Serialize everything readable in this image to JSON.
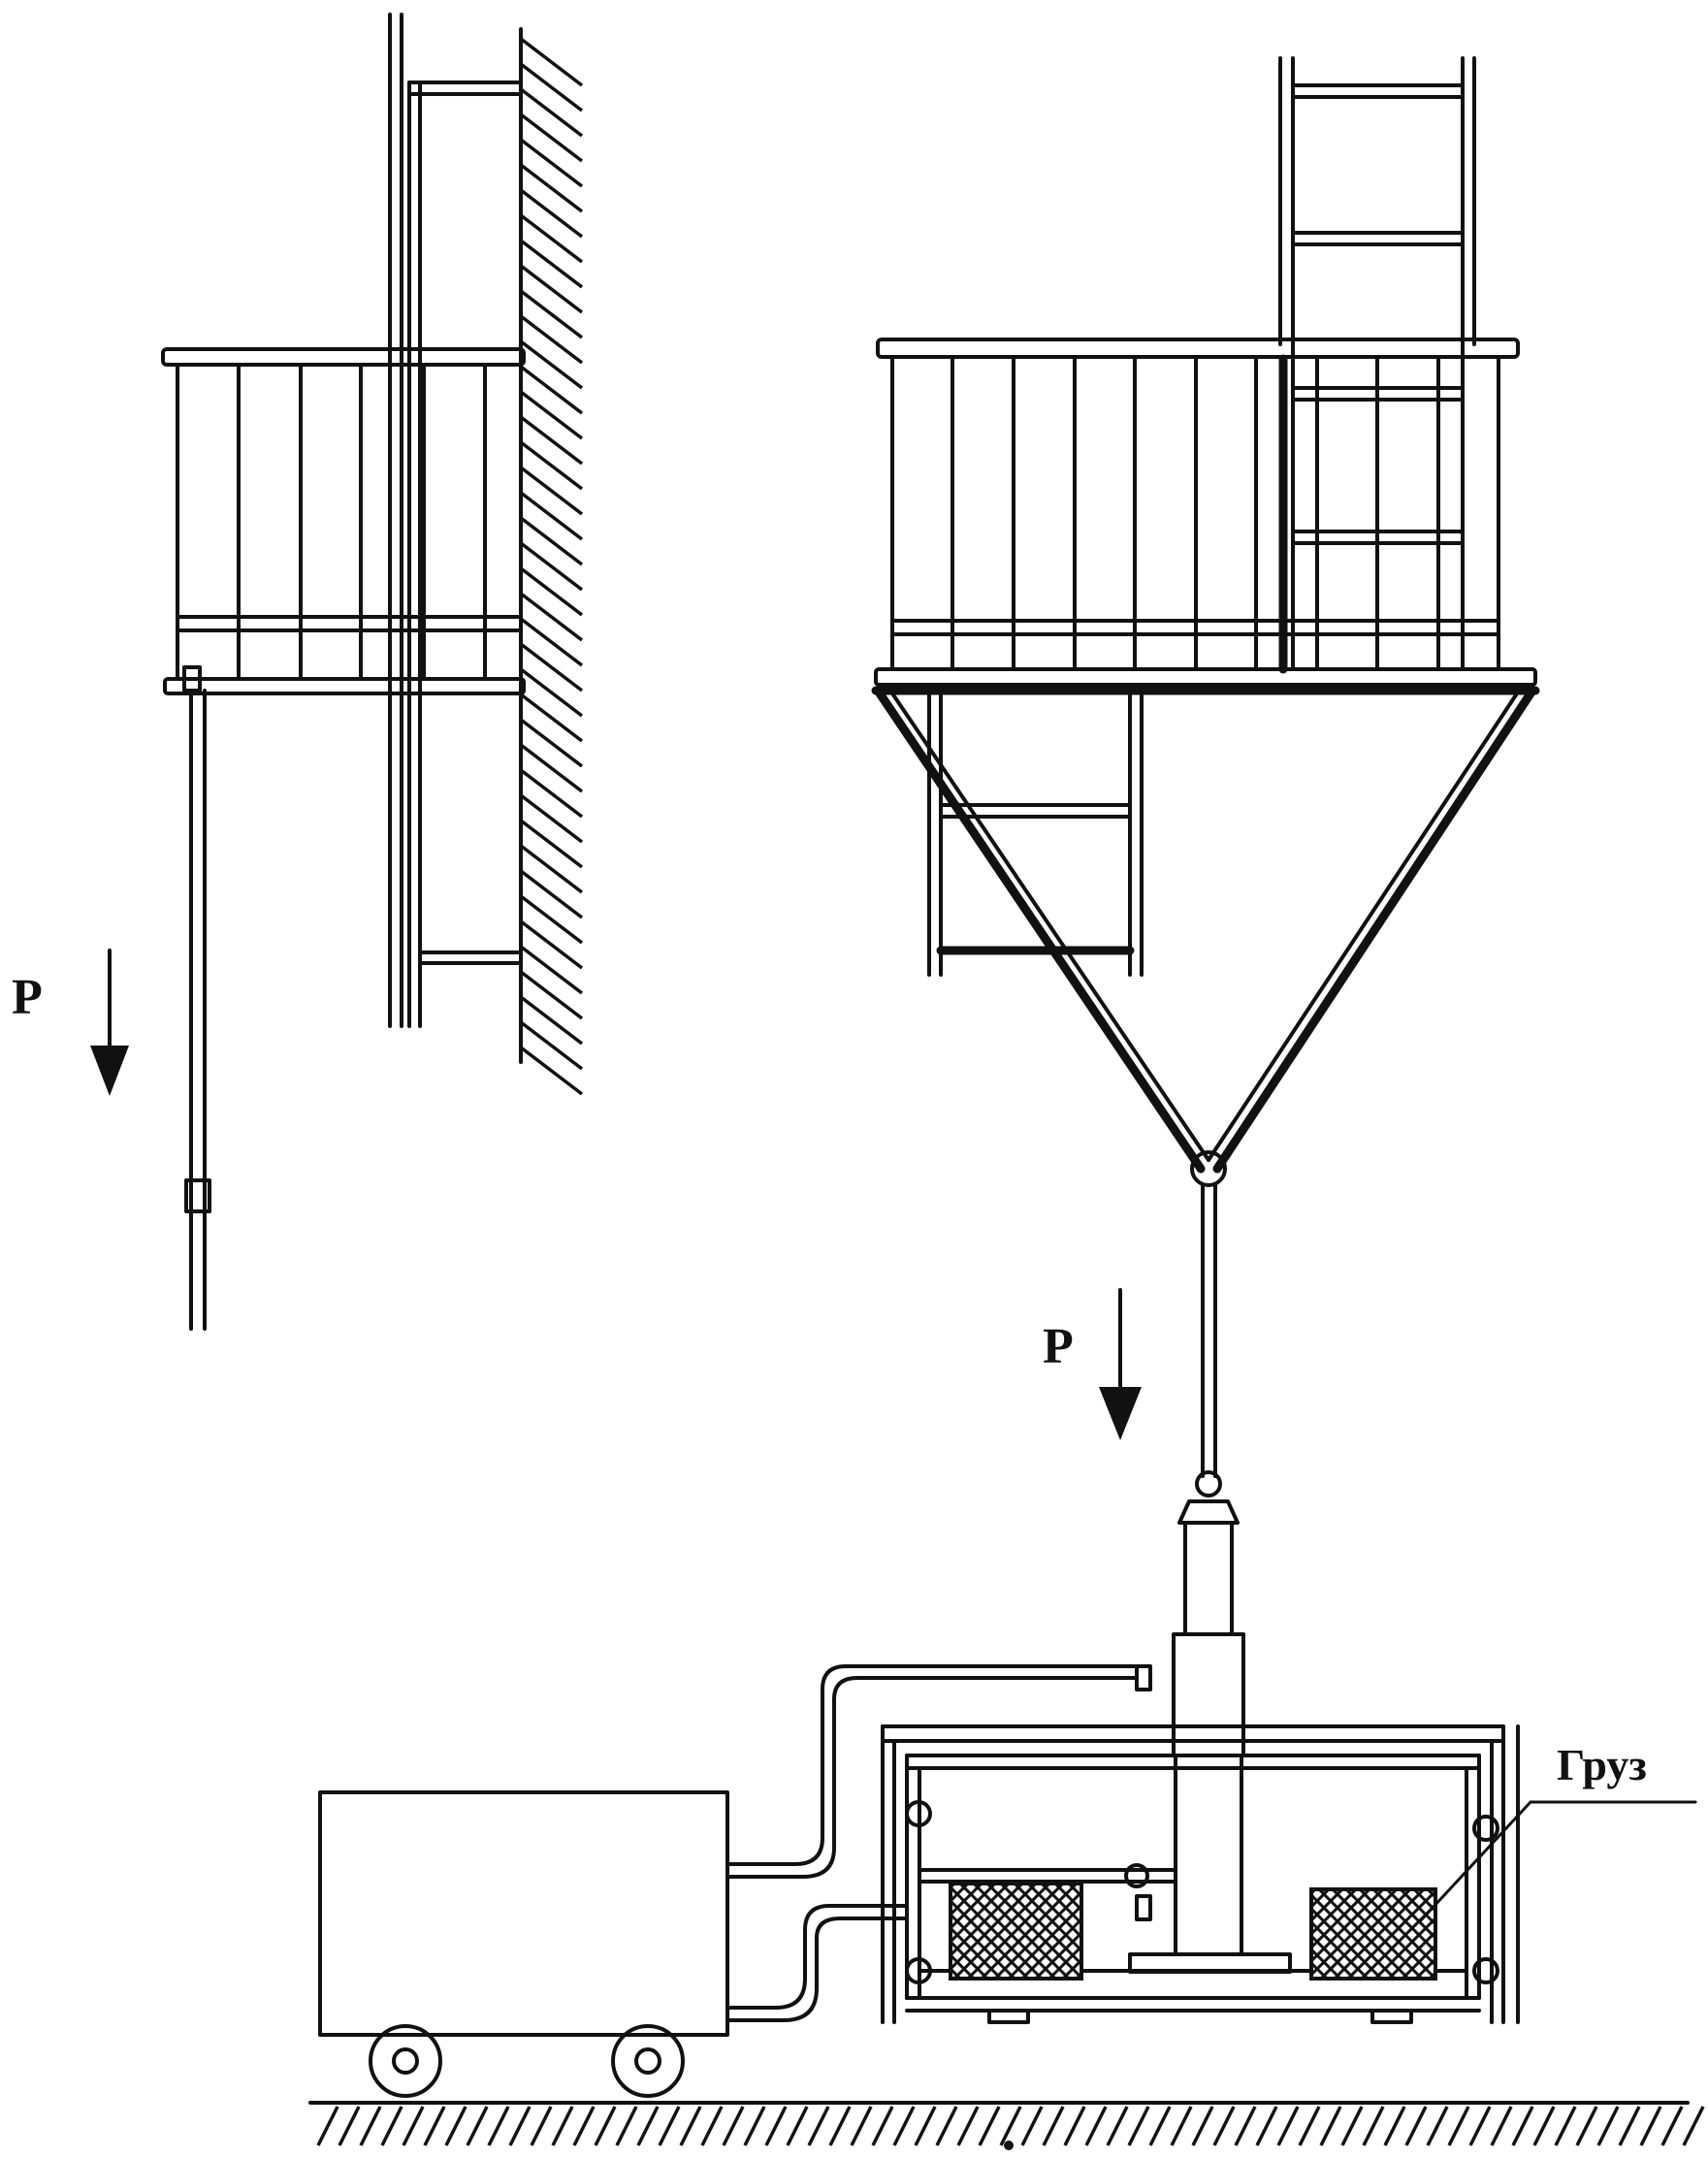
{
  "labels": {
    "force_left": "P",
    "force_right": "P",
    "load": "Груз"
  },
  "colors": {
    "ink": "#111111",
    "paper": "#ffffff"
  }
}
